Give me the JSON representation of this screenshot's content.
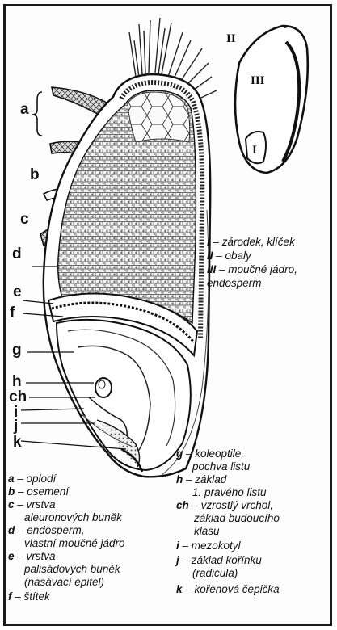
{
  "labels": {
    "a": "a",
    "b": "b",
    "c": "c",
    "d": "d",
    "e": "e",
    "f": "f",
    "g": "g",
    "h": "h",
    "ch": "ch",
    "i": "i",
    "j": "j",
    "k": "k",
    "II": "II",
    "III": "III",
    "I": "I"
  },
  "legend_inset": [
    {
      "key": "I",
      "text": " – zárodek, klíček"
    },
    {
      "key": "II",
      "text": " – obaly"
    },
    {
      "key": "III",
      "text": " – moučné jádro,"
    },
    {
      "key": "",
      "text": "endosperm"
    }
  ],
  "legend_left": [
    {
      "key": "a",
      "text": " – oplodí"
    },
    {
      "key": "b",
      "text": " – osemení"
    },
    {
      "key": "c",
      "text": " – vrstva"
    },
    {
      "key": "",
      "text": "aleuronových buněk"
    },
    {
      "key": "d",
      "text": " – endosperm,"
    },
    {
      "key": "",
      "text": "vlastní moučné jádro"
    },
    {
      "key": "e",
      "text": " – vrstva"
    },
    {
      "key": "",
      "text": "palisádových buněk"
    },
    {
      "key": "",
      "text": "(nasávací epitel)"
    },
    {
      "key": "f",
      "text": " – štítek"
    }
  ],
  "legend_right": [
    {
      "key": "g",
      "text": " – koleoptile,"
    },
    {
      "key": "",
      "text": "pochva listu"
    },
    {
      "key": "h",
      "text": " – základ"
    },
    {
      "key": "",
      "text": "1. pravého listu"
    },
    {
      "key": "ch",
      "text": " – vzrostlý vrchol,"
    },
    {
      "key": "",
      "text": "základ budoucího"
    },
    {
      "key": "",
      "text": "klasu"
    },
    {
      "key": "i",
      "text": " – mezokotyl"
    },
    {
      "key": "j",
      "text": " – základ kořínku"
    },
    {
      "key": "",
      "text": "(radicula)"
    },
    {
      "key": "k",
      "text": " – kořenová čepička"
    }
  ]
}
